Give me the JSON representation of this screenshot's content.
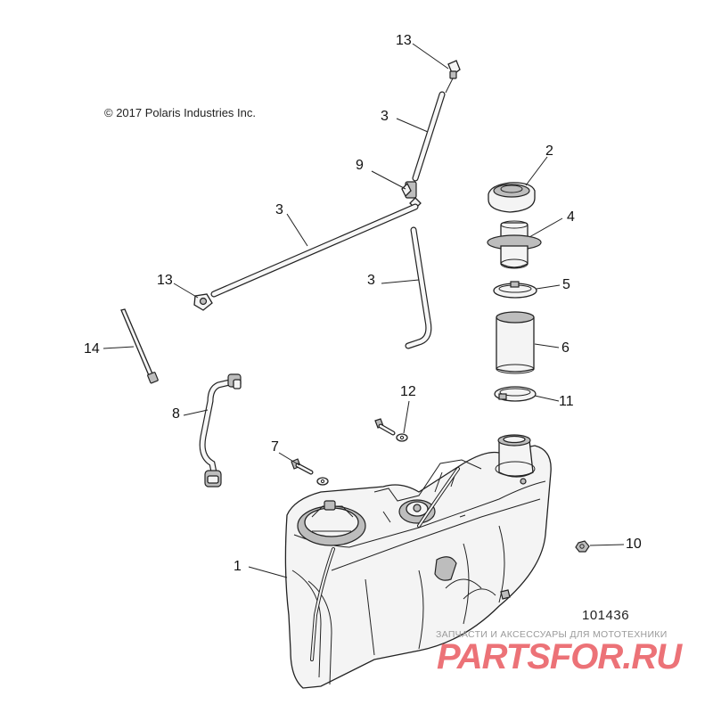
{
  "copyright": "© 2017 Polaris Industries Inc.",
  "drawing_number": "101436",
  "watermark": {
    "tagline": "ЗАПЧАСТИ И АКСЕССУАРЫ ДЛЯ МОТОТЕХНИКИ",
    "logo_text": "PARTSFOR.RU"
  },
  "callouts": {
    "c1": "1",
    "c2": "2",
    "c3a": "3",
    "c3b": "3",
    "c3c": "3",
    "c4": "4",
    "c5": "5",
    "c6": "6",
    "c7": "7",
    "c8": "8",
    "c9": "9",
    "c10": "10",
    "c11": "11",
    "c12": "12",
    "c13a": "13",
    "c13b": "13",
    "c14": "14"
  },
  "parts": [
    {
      "number": "1",
      "name": "fuel-tank"
    },
    {
      "number": "2",
      "name": "fuel-cap"
    },
    {
      "number": "3",
      "name": "vent-hose"
    },
    {
      "number": "4",
      "name": "filler-neck"
    },
    {
      "number": "5",
      "name": "hose-clamp"
    },
    {
      "number": "6",
      "name": "filler-hose"
    },
    {
      "number": "7",
      "name": "bolt-washer"
    },
    {
      "number": "8",
      "name": "fuel-line"
    },
    {
      "number": "9",
      "name": "tee-fitting"
    },
    {
      "number": "10",
      "name": "nut"
    },
    {
      "number": "11",
      "name": "hose-clamp"
    },
    {
      "number": "12",
      "name": "bolt-washer"
    },
    {
      "number": "13",
      "name": "check-valve"
    },
    {
      "number": "14",
      "name": "cable-tie"
    }
  ]
}
